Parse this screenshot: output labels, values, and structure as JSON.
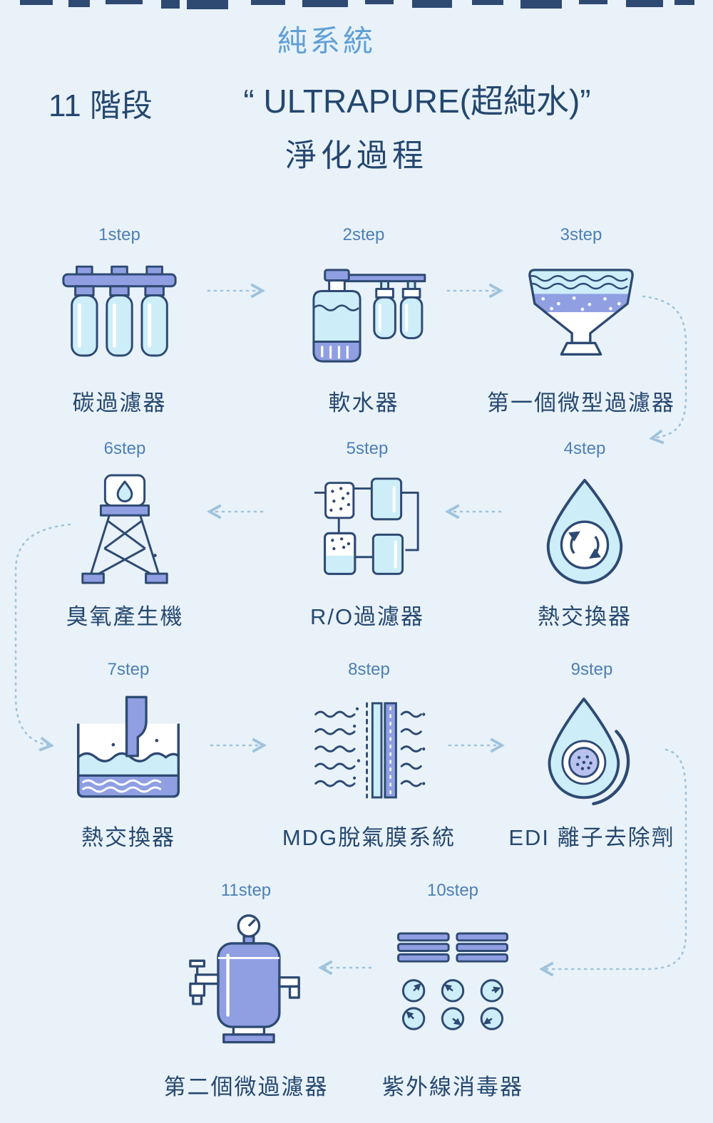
{
  "meta": {
    "background": "#e9f2f9",
    "accent_blue": "#5f9fd6",
    "navy": "#24476e",
    "step_label_color": "#4d7fb6",
    "arrow_color": "#9fc3dc",
    "icon_fill_light": "#cdeef9",
    "icon_fill_periwinkle": "#8f9fe2",
    "icon_stroke": "#2e4a73"
  },
  "header": {
    "system_title": "純系統",
    "stage_count": "11 階段",
    "main_title": "“ ULTRAPURE(超純水)”",
    "subtitle": "淨化過程"
  },
  "steps": [
    {
      "label": "1step",
      "name": "碳過濾器",
      "icon": "carbon-filter-icon"
    },
    {
      "label": "2step",
      "name": "軟水器",
      "icon": "water-softener-icon"
    },
    {
      "label": "3step",
      "name": "第一個微型過濾器",
      "icon": "first-micro-filter-icon"
    },
    {
      "label": "4step",
      "name": "熱交換器",
      "icon": "heat-exchanger-drop-icon"
    },
    {
      "label": "5step",
      "name": "R/O過濾器",
      "icon": "ro-filter-icon"
    },
    {
      "label": "6step",
      "name": "臭氧產生機",
      "icon": "ozone-generator-icon"
    },
    {
      "label": "7step",
      "name": "熱交換器",
      "icon": "heat-exchanger-tank-icon"
    },
    {
      "label": "8step",
      "name": "MDG脫氣膜系統",
      "icon": "mdg-membrane-icon"
    },
    {
      "label": "9step",
      "name": "EDI 離子去除劑",
      "icon": "edi-drop-icon"
    },
    {
      "label": "10step",
      "name": "紫外線消毒器",
      "icon": "uv-sterilizer-icon"
    },
    {
      "label": "11step",
      "name": "第二個微過濾器",
      "icon": "second-micro-filter-icon"
    }
  ]
}
